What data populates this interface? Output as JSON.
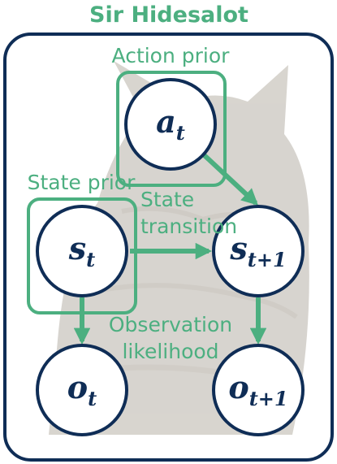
{
  "title": "Sir Hidesalot",
  "colors": {
    "accent": "#4caf80",
    "node_border": "#0f2d56",
    "node_fill": "#ffffff",
    "frame_border": "#0f2d56",
    "cat_tint": "#b8b2a8",
    "text_dark": "#0f2d56"
  },
  "background_image": "cat-photo",
  "labels": {
    "action_prior": "Action prior",
    "state_prior": "State prior",
    "state_transition_line1": "State",
    "state_transition_line2": "transition",
    "observation_likelihood_line1": "Observation",
    "observation_likelihood_line2": "likelihood"
  },
  "nodes": {
    "a_t": {
      "main": "a",
      "sub": "t"
    },
    "s_t": {
      "main": "s",
      "sub": "t"
    },
    "s_t1": {
      "main": "s",
      "sub": "t+1"
    },
    "o_t": {
      "main": "o",
      "sub": "t"
    },
    "o_t1": {
      "main": "o",
      "sub": "t+1"
    }
  },
  "edges": [
    {
      "from": "a_t",
      "to": "s_t1"
    },
    {
      "from": "s_t",
      "to": "s_t1"
    },
    {
      "from": "s_t",
      "to": "o_t"
    },
    {
      "from": "s_t1",
      "to": "o_t1"
    }
  ]
}
